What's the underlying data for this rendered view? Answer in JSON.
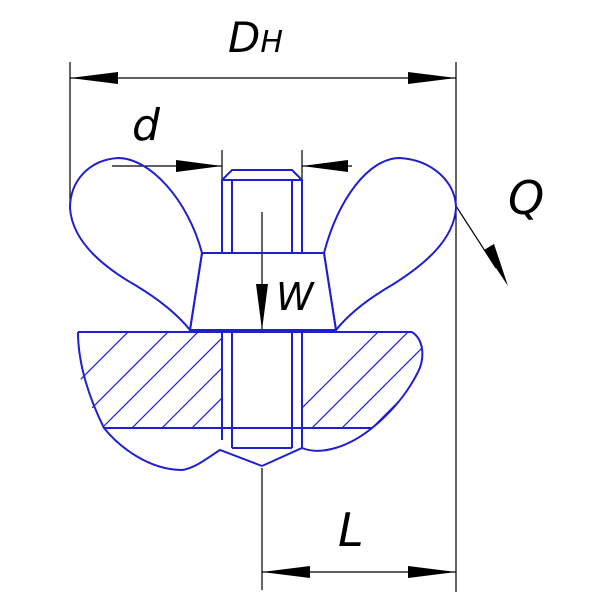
{
  "labels": {
    "outer_diameter": "D",
    "outer_diameter_sub": "H",
    "thread_diameter": "d",
    "force_q": "Q",
    "force_w": "W",
    "length": "L"
  },
  "colors": {
    "part_outline": "#1f1fcf",
    "dimension_lines": "#000000",
    "background": "#ffffff"
  }
}
